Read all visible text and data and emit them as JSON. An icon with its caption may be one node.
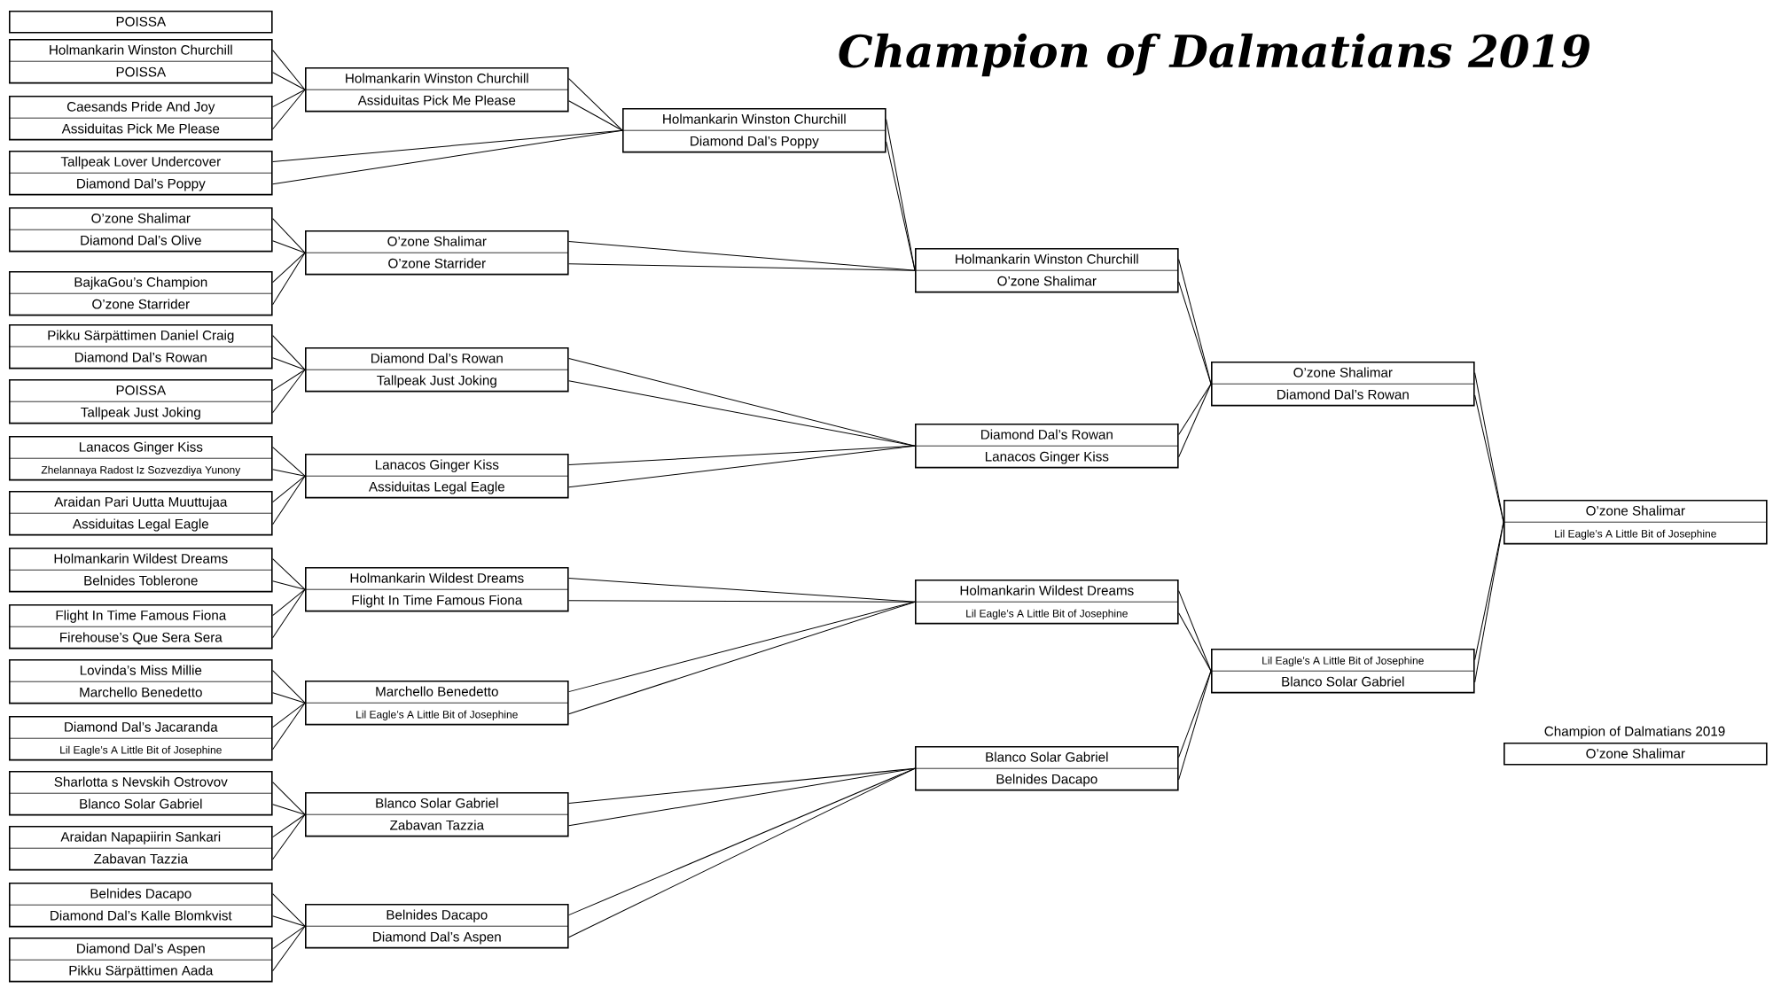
{
  "diagram": {
    "title": "Champion of Dalmatians 2019",
    "nodes": [
      {
        "text": [
          "POISSA"
        ]
      },
      {
        "text": [
          "Holmankarin Winston Churchill",
          "POISSA"
        ]
      },
      {
        "text": [
          "Caesands Pride And Joy",
          "Assiduitas Pick Me Please"
        ]
      },
      {
        "text": [
          "Tallpeak Lover Undercover",
          "Diamond Dal’s Poppy"
        ]
      },
      {
        "text": [
          "O’zone Shalimar",
          "Diamond Dal’s Olive"
        ]
      },
      {
        "text": [
          "BajkaGou’s Champion",
          "O’zone Starrider"
        ]
      },
      {
        "text": [
          "Pikku Särpättimen Daniel Craig",
          "Diamond Dal’s Rowan"
        ]
      },
      {
        "text": [
          "POISSA",
          "Tallpeak Just Joking"
        ]
      },
      {
        "text": [
          "Lanacos Ginger Kiss",
          "Zhelannaya Radost Iz Sozvezdiya Yunony"
        ]
      },
      {
        "text": [
          "Araidan Pari Uutta Muuttujaa",
          "Assiduitas Legal Eagle"
        ]
      },
      {
        "text": [
          "Holmankarin Wildest Dreams",
          "Belnides Toblerone"
        ]
      },
      {
        "text": [
          "Flight In Time Famous Fiona",
          "Firehouse’s Que Sera Sera"
        ]
      },
      {
        "text": [
          "Lovinda’s Miss Millie",
          "Marchello Benedetto"
        ]
      },
      {
        "text": [
          "Diamond Dal’s Jacaranda",
          "Lil Eagle’s A Little Bit of Josephine"
        ]
      },
      {
        "text": [
          "Sharlotta s Nevskih Ostrovov",
          "Blanco Solar Gabriel"
        ]
      },
      {
        "text": [
          "Araidan Napapiirin Sankari",
          "Zabavan Tazzia"
        ]
      },
      {
        "text": [
          "Belnides Dacapo",
          "Diamond Dal’s Kalle Blomkvist"
        ]
      },
      {
        "text": [
          "Diamond Dal’s Aspen",
          "Pikku Särpättimen Aada"
        ]
      },
      {
        "text": [
          "Holmankarin Winston Churchill",
          "Assiduitas Pick Me Please"
        ]
      },
      {
        "text": [
          "O’zone Shalimar",
          "O’zone Starrider"
        ]
      },
      {
        "text": [
          "Diamond Dal’s Rowan",
          "Tallpeak Just Joking"
        ]
      },
      {
        "text": [
          "Lanacos Ginger Kiss",
          "Assiduitas Legal Eagle"
        ]
      },
      {
        "text": [
          "Holmankarin Wildest Dreams",
          "Flight In Time Famous Fiona"
        ]
      },
      {
        "text": [
          "Marchello Benedetto",
          "Lil Eagle’s A Little Bit of Josephine"
        ]
      },
      {
        "text": [
          "Blanco Solar Gabriel",
          "Zabavan Tazzia"
        ]
      },
      {
        "text": [
          "Belnides Dacapo",
          "Diamond Dal’s Aspen"
        ]
      },
      {
        "text": [
          "Holmankarin Winston Churchill",
          "Diamond Dal’s Poppy"
        ]
      },
      {
        "text": [
          "Holmankarin Winston Churchill",
          "O’zone Shalimar"
        ]
      },
      {
        "text": [
          "Diamond Dal’s Rowan",
          "Lanacos Ginger Kiss"
        ]
      },
      {
        "text": [
          "Holmankarin Wildest Dreams",
          "Lil Eagle’s A Little Bit of Josephine"
        ]
      },
      {
        "text": [
          "Blanco Solar Gabriel",
          "Belnides Dacapo"
        ]
      },
      {
        "text": [
          "O’zone Shalimar",
          "Diamond Dal’s Rowan"
        ]
      },
      {
        "text": [
          "Lil Eagle’s A Little Bit of Josephine",
          "Blanco Solar Gabriel"
        ]
      },
      {
        "text": [
          "O’zone Shalimar",
          "Lil Eagle’s A Little Bit of Josephine"
        ]
      },
      {
        "text": [
          "Champion of Dalmatians 2019",
          "O’zone Shalimar"
        ]
      }
    ],
    "edges": [
      {
        "from": 1,
        "to": 18,
        "arrow": "none"
      },
      {
        "from": 1,
        "to": 18,
        "arrow": "none"
      },
      {
        "from": 2,
        "to": 18,
        "arrow": "none"
      },
      {
        "from": 2,
        "to": 18,
        "arrow": "none"
      },
      {
        "from": 4,
        "to": 19,
        "arrow": "none"
      },
      {
        "from": 4,
        "to": 19,
        "arrow": "none"
      },
      {
        "from": 5,
        "to": 19,
        "arrow": "none"
      },
      {
        "from": 5,
        "to": 19,
        "arrow": "none"
      },
      {
        "from": 6,
        "to": 20,
        "arrow": "none"
      },
      {
        "from": 6,
        "to": 20,
        "arrow": "none"
      },
      {
        "from": 7,
        "to": 20,
        "arrow": "none"
      },
      {
        "from": 7,
        "to": 20,
        "arrow": "none"
      },
      {
        "from": 8,
        "to": 21,
        "arrow": "none"
      },
      {
        "from": 8,
        "to": 21,
        "arrow": "none"
      },
      {
        "from": 9,
        "to": 21,
        "arrow": "none"
      },
      {
        "from": 9,
        "to": 21,
        "arrow": "none"
      },
      {
        "from": 10,
        "to": 22,
        "arrow": "none"
      },
      {
        "from": 10,
        "to": 22,
        "arrow": "none"
      },
      {
        "from": 11,
        "to": 22,
        "arrow": "none"
      },
      {
        "from": 11,
        "to": 22,
        "arrow": "none"
      },
      {
        "from": 12,
        "to": 23,
        "arrow": "none"
      },
      {
        "from": 12,
        "to": 23,
        "arrow": "none"
      },
      {
        "from": 13,
        "to": 23,
        "arrow": "none"
      },
      {
        "from": 13,
        "to": 23,
        "arrow": "none"
      },
      {
        "from": 14,
        "to": 24,
        "arrow": "none"
      },
      {
        "from": 14,
        "to": 24,
        "arrow": "none"
      },
      {
        "from": 15,
        "to": 24,
        "arrow": "none"
      },
      {
        "from": 15,
        "to": 24,
        "arrow": "none"
      },
      {
        "from": 16,
        "to": 25,
        "arrow": "none"
      },
      {
        "from": 16,
        "to": 25,
        "arrow": "none"
      },
      {
        "from": 17,
        "to": 25,
        "arrow": "none"
      },
      {
        "from": 17,
        "to": 25,
        "arrow": "none"
      },
      {
        "from": 18,
        "to": 26,
        "arrow": "none"
      },
      {
        "from": 18,
        "to": 26,
        "arrow": "none"
      },
      {
        "from": 3,
        "to": 26,
        "arrow": "none"
      },
      {
        "from": 3,
        "to": 26,
        "arrow": "none"
      },
      {
        "from": 26,
        "to": 27,
        "arrow": "none"
      },
      {
        "from": 26,
        "to": 27,
        "arrow": "none"
      },
      {
        "from": 19,
        "to": 27,
        "arrow": "none"
      },
      {
        "from": 19,
        "to": 27,
        "arrow": "none"
      },
      {
        "from": 20,
        "to": 28,
        "arrow": "none"
      },
      {
        "from": 20,
        "to": 28,
        "arrow": "none"
      },
      {
        "from": 21,
        "to": 28,
        "arrow": "none"
      },
      {
        "from": 21,
        "to": 28,
        "arrow": "none"
      },
      {
        "from": 22,
        "to": 29,
        "arrow": "none"
      },
      {
        "from": 22,
        "to": 29,
        "arrow": "none"
      },
      {
        "from": 23,
        "to": 29,
        "arrow": "none"
      },
      {
        "from": 23,
        "to": 29,
        "arrow": "none"
      },
      {
        "from": 24,
        "to": 30,
        "arrow": "none"
      },
      {
        "from": 24,
        "to": 30,
        "arrow": "none"
      },
      {
        "from": 25,
        "to": 30,
        "arrow": "none"
      },
      {
        "from": 25,
        "to": 30,
        "arrow": "none"
      },
      {
        "from": 27,
        "to": 31,
        "arrow": "none"
      },
      {
        "from": 27,
        "to": 31,
        "arrow": "none"
      },
      {
        "from": 28,
        "to": 31,
        "arrow": "none"
      },
      {
        "from": 28,
        "to": 31,
        "arrow": "none"
      },
      {
        "from": 29,
        "to": 32,
        "arrow": "none"
      },
      {
        "from": 29,
        "to": 32,
        "arrow": "none"
      },
      {
        "from": 30,
        "to": 32,
        "arrow": "none"
      },
      {
        "from": 30,
        "to": 32,
        "arrow": "none"
      },
      {
        "from": 31,
        "to": 33,
        "arrow": "none"
      },
      {
        "from": 31,
        "to": 33,
        "arrow": "none"
      },
      {
        "from": 32,
        "to": 33,
        "arrow": "none"
      },
      {
        "from": 32,
        "to": 33,
        "arrow": "none"
      }
    ]
  }
}
